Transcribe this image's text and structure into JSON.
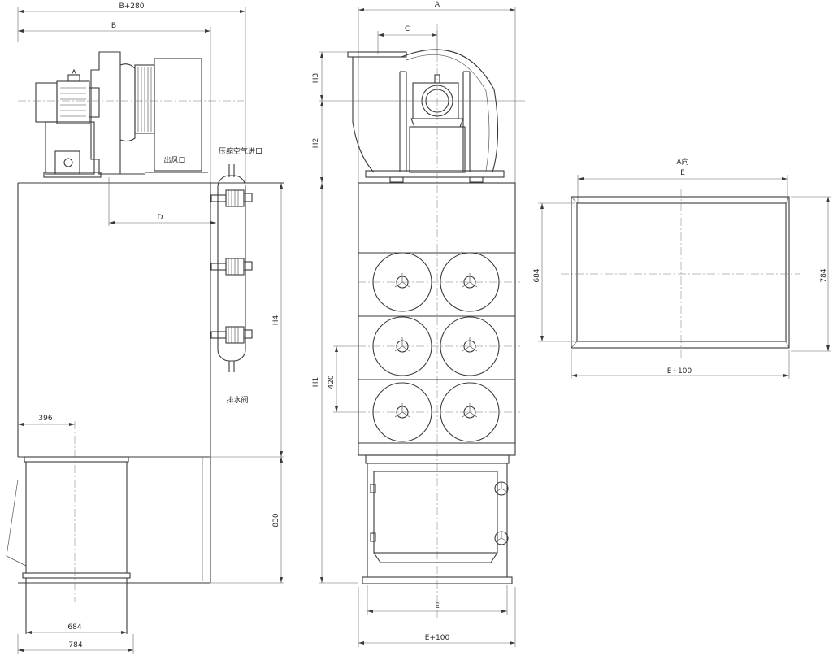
{
  "side_view": {
    "dim_overall_width": "B+280",
    "dim_width": "B",
    "dim_outlet_offset": "D",
    "dim_body_height": "H4",
    "dim_hopper_height": "830",
    "dim_inlet_offset": "396",
    "dim_inlet_inner": "684",
    "dim_inlet_outer": "784",
    "label_outlet": "出风口",
    "label_compressed_air_inlet": "压缩空气进口",
    "label_drain_valve": "排水阀"
  },
  "front_view": {
    "dim_overall_width": "A",
    "dim_fan_offset": "C",
    "dim_fan_height_upper": "H3",
    "dim_fan_height_lower": "H2",
    "dim_total_height": "H1",
    "dim_filter_pitch": "420",
    "dim_base_inner": "E",
    "dim_base_outer": "E+100"
  },
  "view_a": {
    "title": "A向",
    "dim_top": "E",
    "dim_left": "684",
    "dim_right": "784",
    "dim_bottom": "E+100"
  }
}
